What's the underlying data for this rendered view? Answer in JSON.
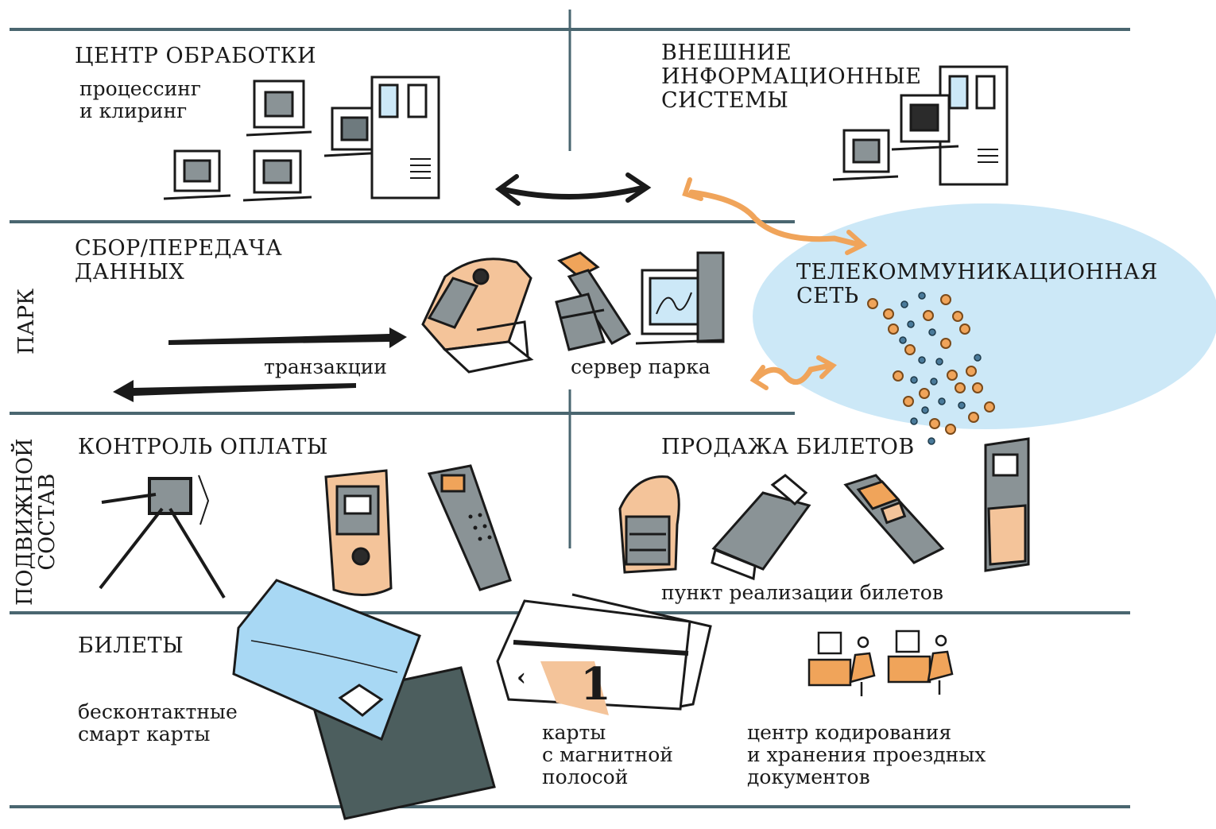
{
  "colors": {
    "line": "#4a6670",
    "gray": "#8a9396",
    "dark": "#2b2b2b",
    "orange": "#f0a45a",
    "light_orange": "#f4c49a",
    "light_blue": "#cce8f7",
    "card_blue": "#a8d8f4",
    "card_dark": "#4c5e5e"
  },
  "zones": {
    "processing": {
      "title": "ЦЕНТР ОБРАБОТКИ",
      "caption": "процессинг\nи клиринг"
    },
    "external": {
      "title": "ВНЕШНИЕ\nИНФОРМАЦИОННЫЕ\nСИСТЕМЫ"
    },
    "collection": {
      "title": "СБОР/ПЕРЕДАЧА\nДАННЫХ",
      "transactions": "транзакции",
      "server": "сервер парка"
    },
    "network": {
      "title": "ТЕЛЕКОММУНИКАЦИОННАЯ\nСЕТЬ"
    },
    "fare_control": {
      "title": "КОНТРОЛЬ ОПЛАТЫ"
    },
    "sales": {
      "title": "ПРОДАЖА БИЛЕТОВ",
      "caption": "пункт реализации билетов"
    },
    "tickets": {
      "title": "БИЛЕТЫ",
      "smart": "бесконтактные\nсмарт карты",
      "magnetic": "карты\nс магнитной\nполосой",
      "encoding": "центр кодирования\nи хранения проездных\nдокументов",
      "card_number": "1"
    }
  },
  "side_labels": {
    "park": "ПАРК",
    "rolling_stock": "ПОДВИЖНОЙ\nСОСТАВ"
  }
}
